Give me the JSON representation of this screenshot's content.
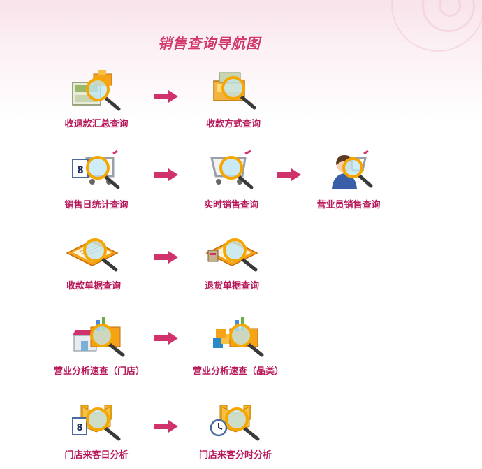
{
  "page": {
    "title": "销售查询导航图"
  },
  "colors": {
    "title": "#d2386c",
    "label": "#b8195a",
    "arrow": "#d0336c",
    "magnifier_rim": "#f5a700",
    "lens": "#bfe7f6",
    "box": "#f6a31c"
  },
  "rows": [
    {
      "items": [
        {
          "label": "收退款汇总查询",
          "icon": "money-register-magnifier-icon"
        },
        {
          "label": "收款方式查询",
          "icon": "cash-box-magnifier-icon"
        }
      ]
    },
    {
      "items": [
        {
          "label": "销售日统计查询",
          "icon": "calendar-cart-magnifier-icon"
        },
        {
          "label": "实时销售查询",
          "icon": "shopping-cart-magnifier-icon"
        },
        {
          "label": "营业员销售查询",
          "icon": "salesperson-magnifier-icon"
        }
      ]
    },
    {
      "items": [
        {
          "label": "收款单据查询",
          "icon": "receipt-tray-magnifier-icon"
        },
        {
          "label": "退货单据查询",
          "icon": "return-receipt-magnifier-icon"
        }
      ]
    },
    {
      "items": [
        {
          "label": "营业分析速查（门店）",
          "icon": "store-chart-magnifier-icon"
        },
        {
          "label": "营业分析速查（品类）",
          "icon": "category-blocks-magnifier-icon"
        }
      ]
    },
    {
      "items": [
        {
          "label": "门店来客日分析",
          "icon": "customer-calendar-magnifier-icon"
        },
        {
          "label": "门店来客分时分析",
          "icon": "customer-clock-magnifier-icon"
        }
      ]
    }
  ]
}
